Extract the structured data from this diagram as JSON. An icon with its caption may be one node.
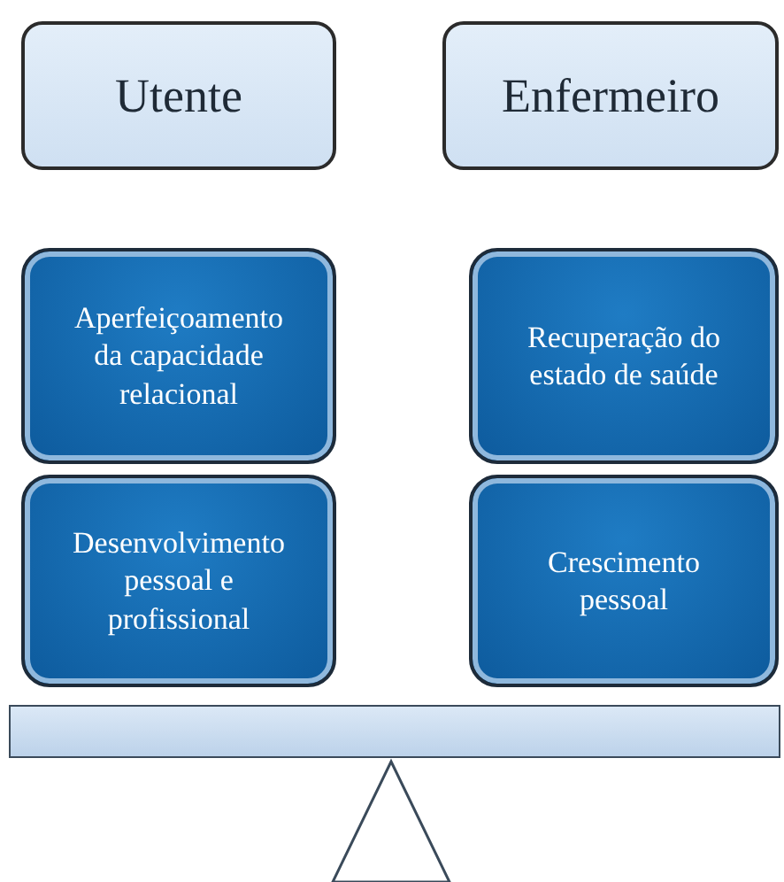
{
  "diagram": {
    "nodes": [
      {
        "text": [
          "Utente"
        ]
      },
      {
        "text": [
          "Enfermeiro"
        ]
      },
      {
        "text": [
          "Aperfeiçoamento da capacidade relacional"
        ]
      },
      {
        "text": [
          "Recuperação do estado de saúde"
        ]
      },
      {
        "text": [
          "Desenvolvimento pessoal e profissional"
        ]
      },
      {
        "text": [
          "Crescimento pessoal"
        ]
      },
      {
        "text": [],
        "shape": "bar"
      },
      {
        "text": [],
        "shape": "triangle"
      }
    ]
  }
}
